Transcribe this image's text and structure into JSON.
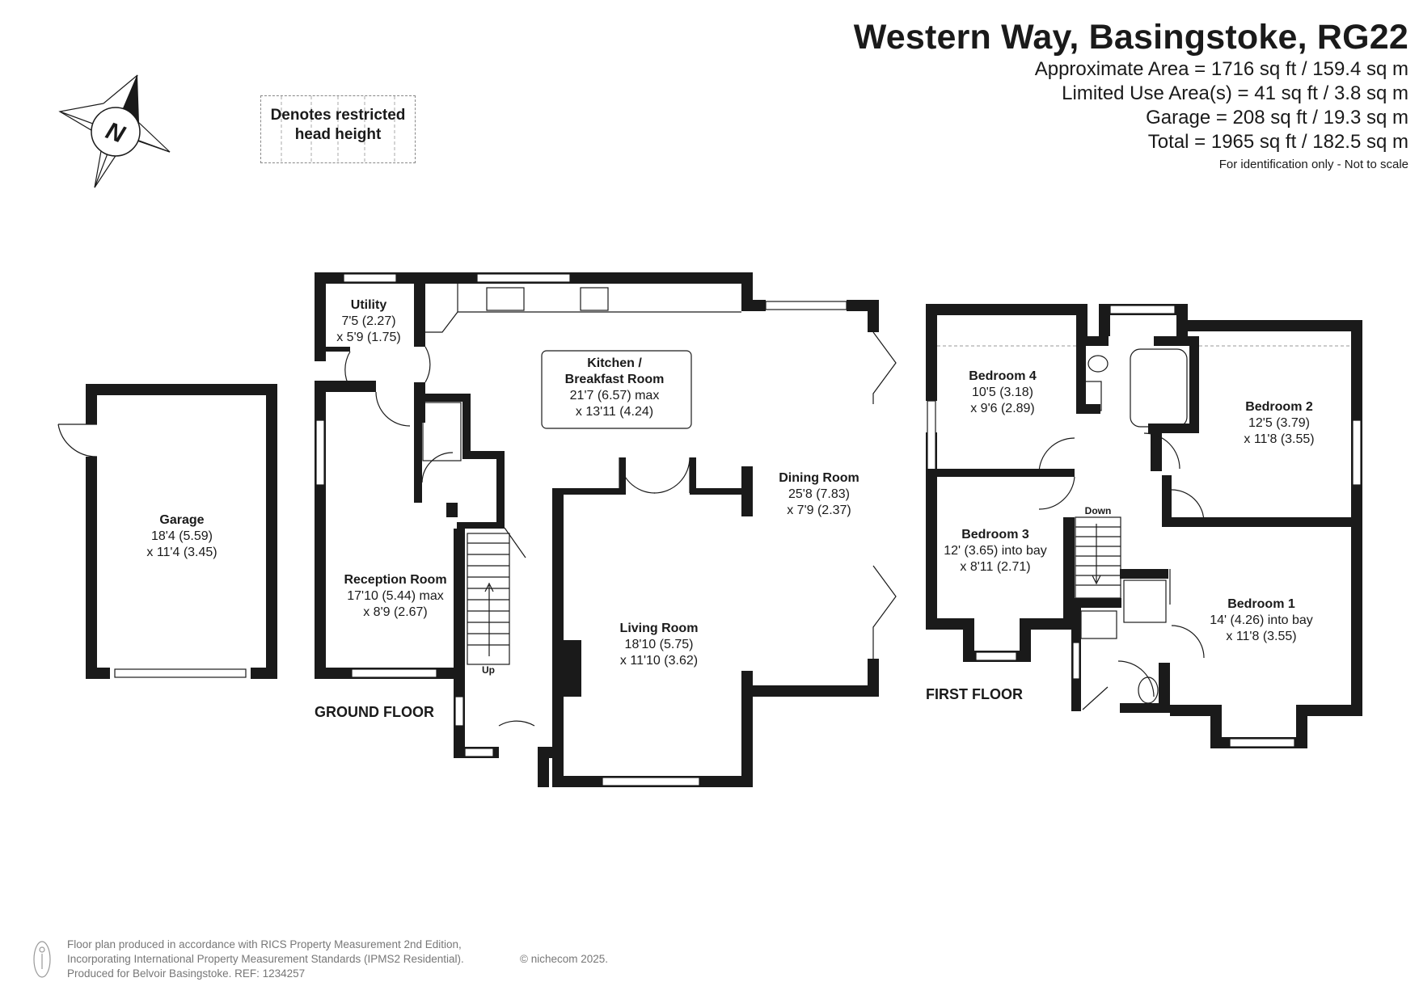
{
  "title": "Western Way, Basingstoke, RG22",
  "areas": [
    "Approximate Area = 1716 sq ft / 159.4 sq m",
    "Limited Use Area(s) = 41 sq ft / 3.8 sq m",
    "Garage = 208 sq ft / 19.3 sq m",
    "Total = 1965 sq ft / 182.5 sq m"
  ],
  "scale_note": "For identification only - Not to scale",
  "legend": {
    "line1": "Denotes restricted",
    "line2": "head height"
  },
  "compass": {
    "letter": "N",
    "icon": "compass-icon"
  },
  "floors": {
    "ground": "GROUND FLOOR",
    "first": "FIRST FLOOR"
  },
  "stairs": {
    "up": "Up",
    "down": "Down"
  },
  "rooms": {
    "garage": {
      "name": "Garage",
      "dim1": "18'4 (5.59)",
      "dim2": "x 11'4 (3.45)"
    },
    "utility": {
      "name": "Utility",
      "dim1": "7'5 (2.27)",
      "dim2": "x 5'9 (1.75)"
    },
    "kitchen": {
      "name1": "Kitchen /",
      "name2": "Breakfast Room",
      "dim1": "21'7 (6.57) max",
      "dim2": "x 13'11 (4.24)"
    },
    "dining": {
      "name": "Dining Room",
      "dim1": "25'8 (7.83)",
      "dim2": "x 7'9 (2.37)"
    },
    "reception": {
      "name": "Reception Room",
      "dim1": "17'10 (5.44) max",
      "dim2": "x 8'9 (2.67)"
    },
    "living": {
      "name": "Living Room",
      "dim1": "18'10 (5.75)",
      "dim2": "x 11'10 (3.62)"
    },
    "bedroom4": {
      "name": "Bedroom 4",
      "dim1": "10'5 (3.18)",
      "dim2": "x 9'6 (2.89)"
    },
    "bedroom2": {
      "name": "Bedroom 2",
      "dim1": "12'5 (3.79)",
      "dim2": "x 11'8 (3.55)"
    },
    "bedroom3": {
      "name": "Bedroom 3",
      "dim1": "12' (3.65) into bay",
      "dim2": "x 8'11 (2.71)"
    },
    "bedroom1": {
      "name": "Bedroom 1",
      "dim1": "14' (4.26) into bay",
      "dim2": "x 11'8 (3.55)"
    }
  },
  "footer": {
    "line1": "Floor plan produced in accordance with RICS Property Measurement 2nd Edition,",
    "line2": "Incorporating International Property Measurement Standards (IPMS2 Residential).",
    "line3": "Produced for Belvoir Basingstoke.   REF: 1234257",
    "copyright": "© nichecom 2025."
  },
  "colors": {
    "wall": "#1a1a1a",
    "footer_text": "#777777",
    "background": "#ffffff"
  }
}
